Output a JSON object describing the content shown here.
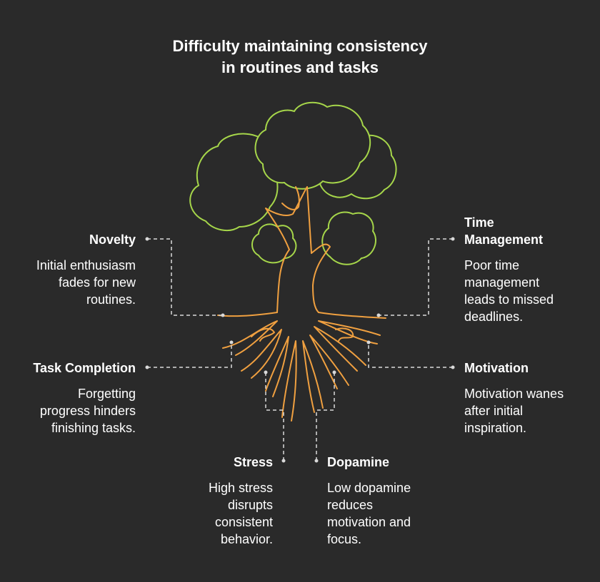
{
  "title": {
    "line1": "Difficulty maintaining consistency",
    "line2": "in routines and tasks"
  },
  "factors": {
    "novelty": {
      "label": "Novelty",
      "desc": [
        "Initial enthusiasm",
        "fades for new",
        "routines."
      ]
    },
    "time_management": {
      "label": [
        "Time",
        "Management"
      ],
      "desc": [
        "Poor time",
        "management",
        "leads to missed",
        "deadlines."
      ]
    },
    "task_completion": {
      "label": "Task Completion",
      "desc": [
        "Forgetting",
        "progress hinders",
        "finishing tasks."
      ]
    },
    "motivation": {
      "label": "Motivation",
      "desc": [
        "Motivation wanes",
        "after initial",
        "inspiration."
      ]
    },
    "stress": {
      "label": "Stress",
      "desc": [
        "High stress",
        "disrupts",
        "consistent",
        "behavior."
      ]
    },
    "dopamine": {
      "label": "Dopamine",
      "desc": [
        "Low dopamine",
        "reduces",
        "motivation and",
        "focus."
      ]
    }
  },
  "colors": {
    "background": "#2a2a2a",
    "foliage": "#a6d64a",
    "trunk": "#f0a040",
    "connector": "#d9d9d9"
  }
}
